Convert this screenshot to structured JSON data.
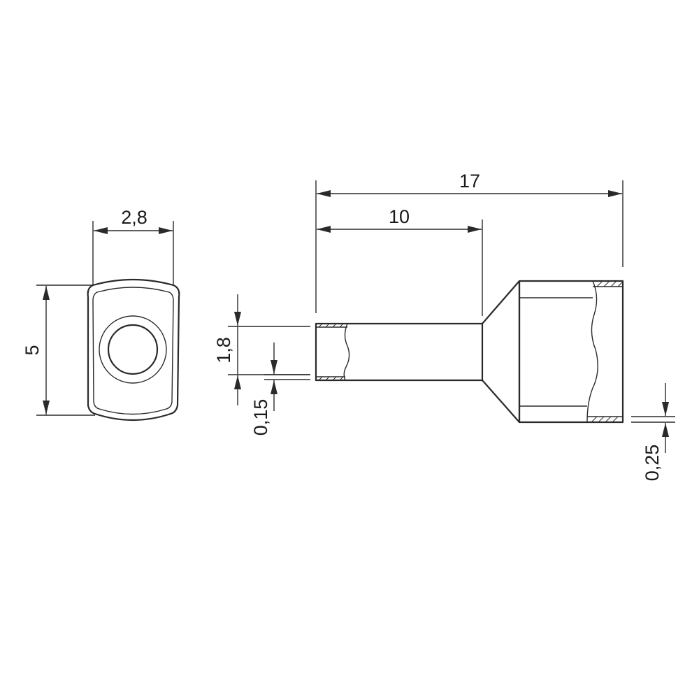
{
  "dimensions": {
    "end_width": "2,8",
    "end_height": "5",
    "total_length": "17",
    "sleeve_length": "10",
    "sleeve_diameter": "1,8",
    "sleeve_wall": "0,15",
    "collar_wall": "0,25"
  },
  "colors": {
    "line": "#2a2a2a",
    "text": "#1a1a1a",
    "background": "#ffffff"
  }
}
